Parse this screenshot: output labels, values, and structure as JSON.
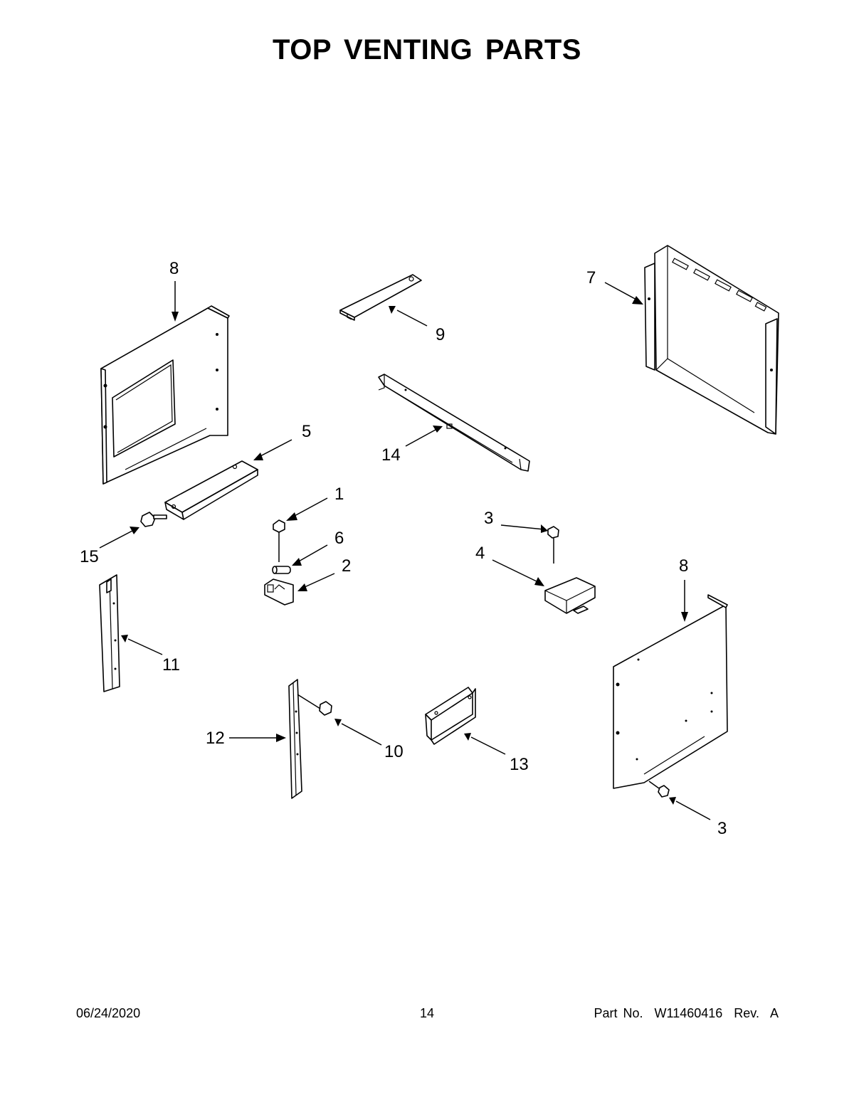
{
  "title": "TOP VENTING PARTS",
  "callouts": {
    "c8a": "8",
    "c9": "9",
    "c7": "7",
    "c5": "5",
    "c14": "14",
    "c1": "1",
    "c6": "6",
    "c2": "2",
    "c15": "15",
    "c11": "11",
    "c3a": "3",
    "c4": "4",
    "c8b": "8",
    "c12": "12",
    "c10": "10",
    "c13": "13",
    "c3b": "3"
  },
  "footer": {
    "date": "06/24/2020",
    "page": "14",
    "part": "Part No.  W11460416  Rev.  A"
  }
}
